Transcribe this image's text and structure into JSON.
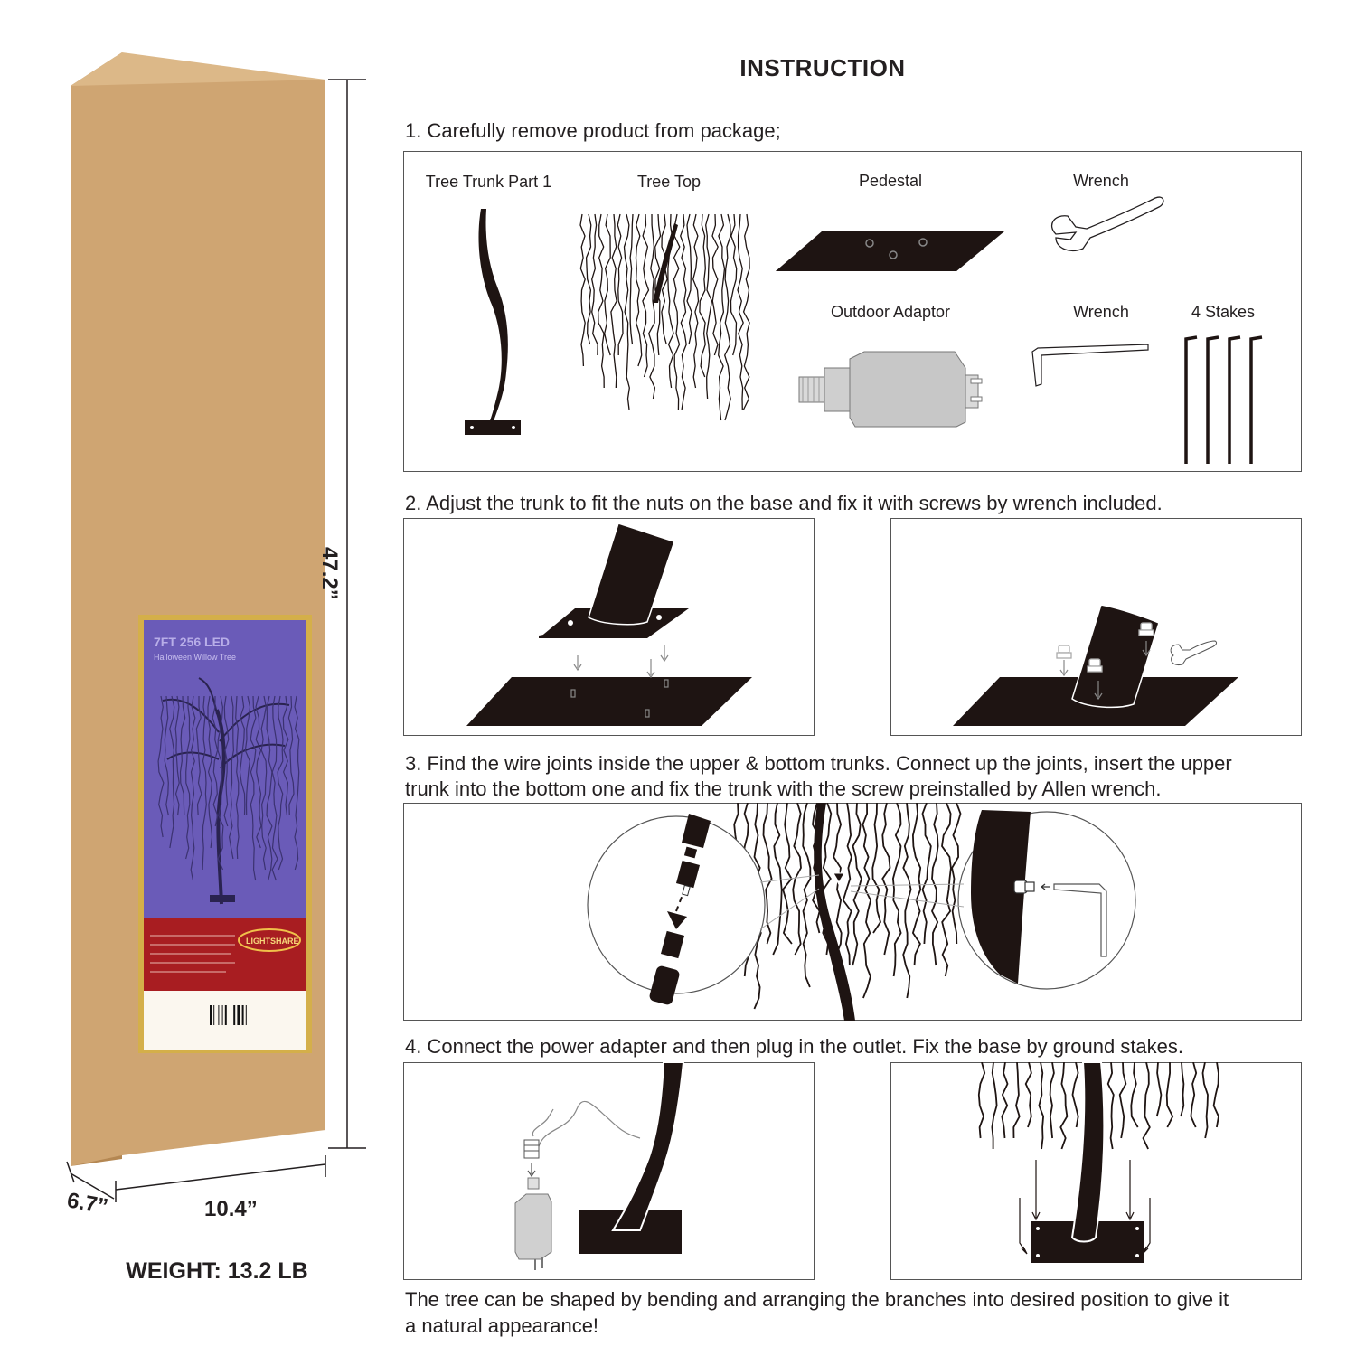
{
  "title": "INSTRUCTION",
  "steps": {
    "s1": "1. Carefully remove product from package;",
    "s2": "2. Adjust the trunk to fit the nuts on the base and fix it with screws by wrench included.",
    "s3a": "3. Find the wire joints inside the upper & bottom trunks. Connect up the joints, insert the upper",
    "s3b": "trunk into the bottom one and fix the trunk with the screw preinstalled by Allen wrench.",
    "s4": "4. Connect the power adapter and then plug in the outlet. Fix the base by ground stakes.",
    "note_a": "The tree can be shaped by bending and arranging the branches into desired position to give it",
    "note_b": "a natural appearance!"
  },
  "parts": {
    "trunk": "Tree Trunk Part 1",
    "top": "Tree Top",
    "pedestal": "Pedestal",
    "wrench": "Wrench",
    "adaptor": "Outdoor Adaptor",
    "allen": "Wrench",
    "stakes": "4 Stakes"
  },
  "box": {
    "height": "47.2”",
    "width": "10.4”",
    "depth": "6.7”",
    "weight": "WEIGHT: 13.2 LB",
    "label_title": "7FT 256 LED",
    "label_subtitle": "Halloween Willow Tree",
    "brand": "LIGHTSHARE"
  },
  "colors": {
    "cardboard": "#cfa572",
    "cardboard_side": "#b48752",
    "cardboard_top": "#dcb888",
    "label_purple": "#6a5bb8",
    "label_red": "#a81d21",
    "gold": "#d4af4a",
    "ink": "#1e1412"
  }
}
